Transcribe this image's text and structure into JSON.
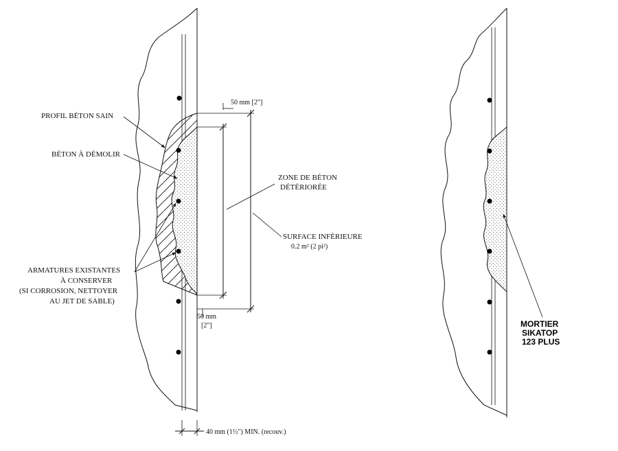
{
  "labels": {
    "profil_beton_sain": "PROFIL BÉTON SAIN",
    "beton_a_demolir": "BÉTON À DÉMOLIR",
    "armatures_1": "ARMATURES EXISTANTES",
    "armatures_2": "À CONSERVER",
    "armatures_3": "(SI CORROSION, NETTOYER",
    "armatures_4": "AU JET DE SABLE)",
    "zone_1": "ZONE DE BÉTON",
    "zone_2": "DÉTÉRIORÉE",
    "surface_1": "SURFACE INFÉRIEURE",
    "surface_2": "0.2 m² (2 pi²)",
    "dim_top": "50 mm [2\"]",
    "dim_bottom_1": "50 mm",
    "dim_bottom_2": "[2\"]",
    "cover": "40 mm (1½\") MIN. (recouv.)",
    "mortier_1": "MORTIER",
    "mortier_2": "SIKATOP",
    "mortier_3": "123 PLUS"
  }
}
